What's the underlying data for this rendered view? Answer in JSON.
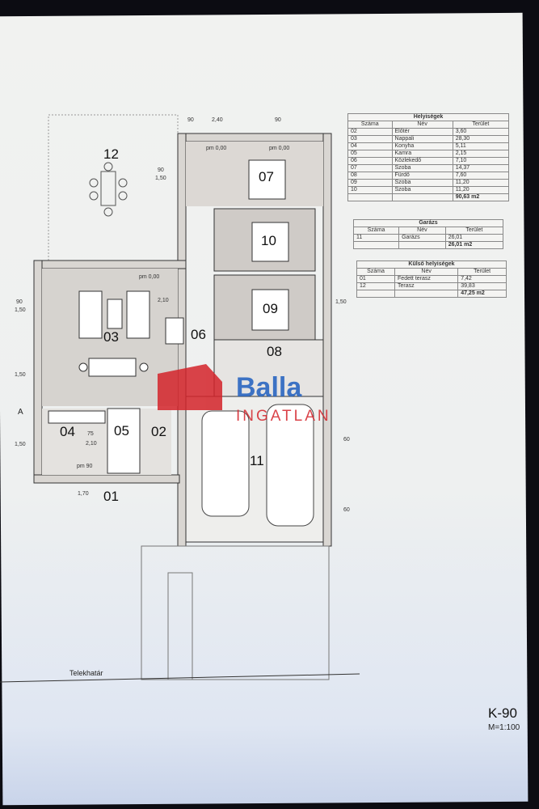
{
  "plan": {
    "code": "K-90",
    "scale": "M=1:100",
    "boundary_label": "Telekhatár",
    "section_marker": "A",
    "rooms": [
      "12",
      "07",
      "10",
      "09",
      "03",
      "06",
      "08",
      "04",
      "05",
      "02",
      "11",
      "01"
    ],
    "dims": {
      "d90": "90",
      "d150": "1,50",
      "d240": "2,40",
      "d210": "2,10",
      "d60": "60",
      "d170": "1,70",
      "d75": "75",
      "pm000": "pm 0,00",
      "pm90": "pm 90"
    }
  },
  "watermark": {
    "brand_main": "Balla",
    "brand_sub": "INGATLAN",
    "color": "#d4232a"
  },
  "tables": {
    "helyisegek": {
      "title": "Helyiségek",
      "headers": [
        "Száma",
        "Név",
        "Terület"
      ],
      "rows": [
        [
          "02",
          "Előtér",
          "3,60"
        ],
        [
          "03",
          "Nappali",
          "28,30"
        ],
        [
          "04",
          "Konyha",
          "5,11"
        ],
        [
          "05",
          "Kamra",
          "2,15"
        ],
        [
          "06",
          "Közlekedő",
          "7,10"
        ],
        [
          "07",
          "Szoba",
          "14,37"
        ],
        [
          "08",
          "Fürdő",
          "7,60"
        ],
        [
          "09",
          "Szoba",
          "11,20"
        ],
        [
          "10",
          "Szoba",
          "11,20"
        ]
      ],
      "total": "90,63 m2"
    },
    "garazs": {
      "title": "Garázs",
      "headers": [
        "Száma",
        "Név",
        "Terület"
      ],
      "rows": [
        [
          "11",
          "Garázs",
          "26,01"
        ]
      ],
      "total": "26,01 m2"
    },
    "kulso": {
      "title": "Külső helyiségek",
      "headers": [
        "Száma",
        "Név",
        "Terület"
      ],
      "rows": [
        [
          "01",
          "Fedett terasz",
          "7,42"
        ],
        [
          "12",
          "Terasz",
          "39,83"
        ]
      ],
      "total": "47,25 m2"
    }
  }
}
